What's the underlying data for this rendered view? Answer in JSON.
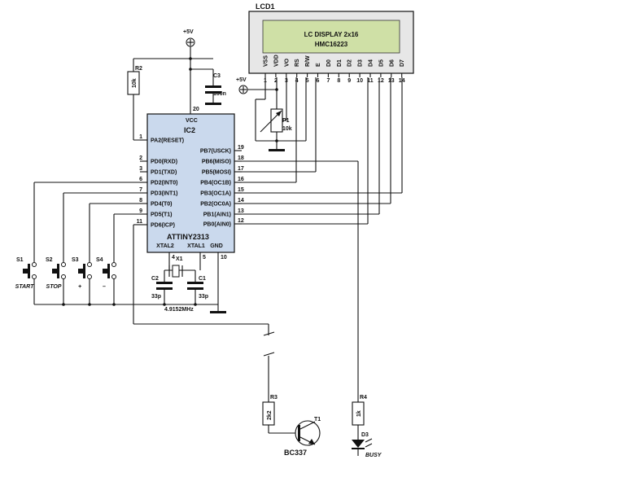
{
  "lcd": {
    "ref": "LCD1",
    "line1": "LC DISPLAY 2x16",
    "line2": "HMC16223",
    "pin_names": [
      "VSS",
      "VDD",
      "VO",
      "RS",
      "R/W",
      "E",
      "D0",
      "D1",
      "D2",
      "D3",
      "D4",
      "D5",
      "D6",
      "D7"
    ],
    "pin_numbers": [
      "1",
      "2",
      "3",
      "4",
      "5",
      "6",
      "7",
      "8",
      "9",
      "10",
      "11",
      "12",
      "13",
      "14"
    ]
  },
  "ic": {
    "ref": "IC2",
    "part": "ATTINY2313",
    "vcc_label": "VCC",
    "vcc_pin": "20",
    "left_pins": [
      {
        "name": "PA2(RESET)",
        "num": "1"
      },
      {
        "name": "PD0(RXD)",
        "num": "2"
      },
      {
        "name": "PD1(TXD)",
        "num": "3"
      },
      {
        "name": "PD2(INT0)",
        "num": "6"
      },
      {
        "name": "PD3(INT1)",
        "num": "7"
      },
      {
        "name": "PD4(T0)",
        "num": "8"
      },
      {
        "name": "PD5(T1)",
        "num": "9"
      },
      {
        "name": "PD6(ICP)",
        "num": "11"
      }
    ],
    "right_pins": [
      {
        "name": "PB7(USCK)",
        "num": "19"
      },
      {
        "name": "PB6(MISO)",
        "num": "18"
      },
      {
        "name": "PB5(MOSI)",
        "num": "17"
      },
      {
        "name": "PB4(OC1B)",
        "num": "16"
      },
      {
        "name": "PB3(OC1A)",
        "num": "15"
      },
      {
        "name": "PB2(OC0A)",
        "num": "14"
      },
      {
        "name": "PB1(AIN1)",
        "num": "13"
      },
      {
        "name": "PB0(AIN0)",
        "num": "12"
      }
    ],
    "bottom_pins": [
      {
        "name": "XTAL2",
        "num": "4"
      },
      {
        "name": "XTAL1",
        "num": "5"
      },
      {
        "name": "GND",
        "num": "10"
      }
    ]
  },
  "supply": {
    "top": "+5V",
    "contrast": "+5V"
  },
  "components": {
    "r2": {
      "ref": "R2",
      "value": "10k"
    },
    "c3": {
      "ref": "C3",
      "value": "100n"
    },
    "p1": {
      "ref": "P1",
      "value": "10k"
    },
    "x1": {
      "ref": "X1",
      "freq": "4.9152MHz"
    },
    "c1": {
      "ref": "C1",
      "value": "33p"
    },
    "c2": {
      "ref": "C2",
      "value": "33p"
    },
    "r3": {
      "ref": "R3",
      "value": "2k2"
    },
    "t1": {
      "ref": "T1",
      "value": "BC337"
    },
    "r4": {
      "ref": "R4",
      "value": "1k"
    },
    "d3": {
      "ref": "D3",
      "label": "BUSY"
    }
  },
  "switches": [
    {
      "ref": "S1",
      "label": "START"
    },
    {
      "ref": "S2",
      "label": "STOP"
    },
    {
      "ref": "S3",
      "label": "+"
    },
    {
      "ref": "S4",
      "label": "–"
    }
  ]
}
